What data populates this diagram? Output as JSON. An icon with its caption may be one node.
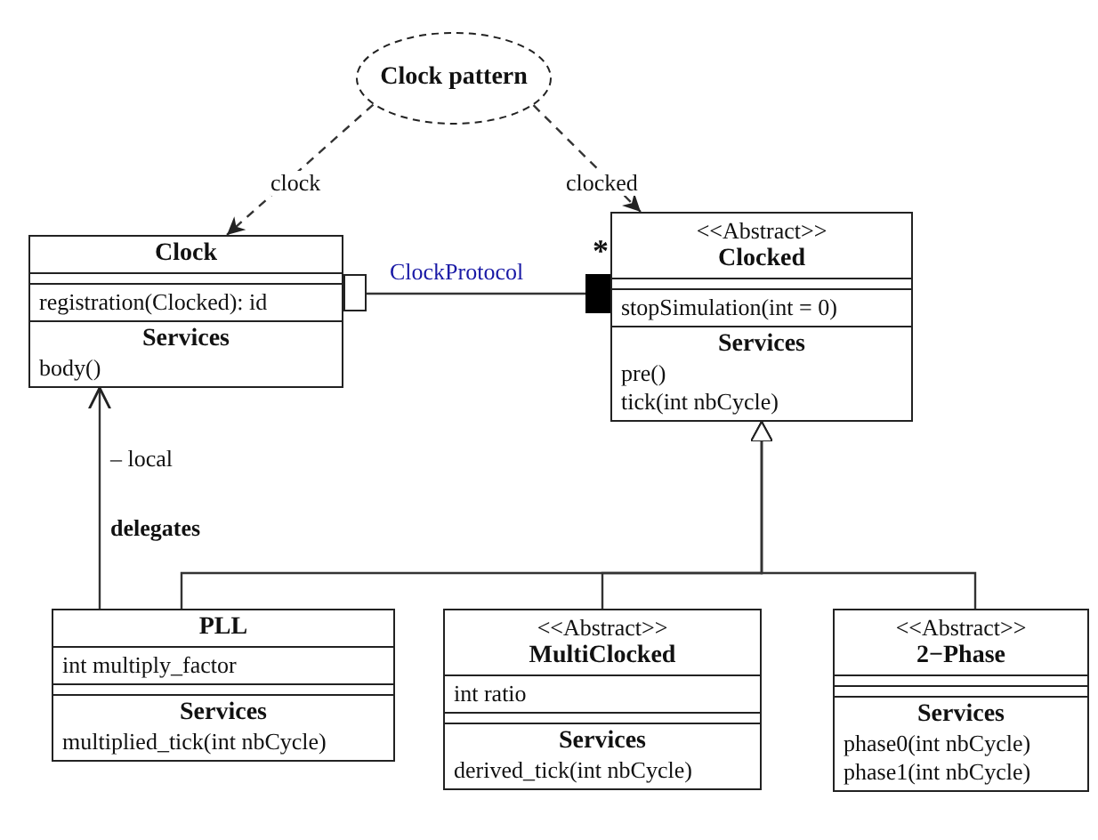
{
  "diagram": {
    "nodes": [
      {
        "text": [
          "Clock pattern"
        ]
      },
      {
        "text": [
          "Clock",
          "registration(Clocked): id",
          "Services",
          "body()"
        ]
      },
      {
        "text": [
          "<<Abstract>>",
          "Clocked",
          "stopSimulation(int = 0)",
          "Services",
          "pre()",
          "tick(int nbCycle)"
        ]
      },
      {
        "text": [
          "PLL",
          "int multiply_factor",
          "Services",
          "multiplied_tick(int nbCycle)"
        ]
      },
      {
        "text": [
          "<<Abstract>>",
          "MultiClocked",
          "int ratio",
          "Services",
          "derived_tick(int nbCycle)"
        ]
      },
      {
        "text": [
          "<<Abstract>>",
          "2−Phase",
          "Services",
          "phase0(int nbCycle)",
          "phase1(int nbCycle)"
        ]
      }
    ],
    "edges": [
      {
        "from": 0,
        "to": 1,
        "arrow": "to",
        "label": "clock",
        "style": "dashed"
      },
      {
        "from": 0,
        "to": 2,
        "arrow": "to",
        "label": "clocked",
        "style": "dashed"
      },
      {
        "from": 1,
        "to": 2,
        "arrow": "other",
        "label": "ClockProtocol"
      },
      {
        "from": 3,
        "to": 1,
        "arrow": "to",
        "label": "delegates"
      },
      {
        "from": 3,
        "to": 2,
        "arrow": "to"
      },
      {
        "from": 4,
        "to": 2,
        "arrow": "to"
      },
      {
        "from": 5,
        "to": 2,
        "arrow": "to"
      }
    ],
    "labels": [
      "*",
      "– local"
    ]
  }
}
